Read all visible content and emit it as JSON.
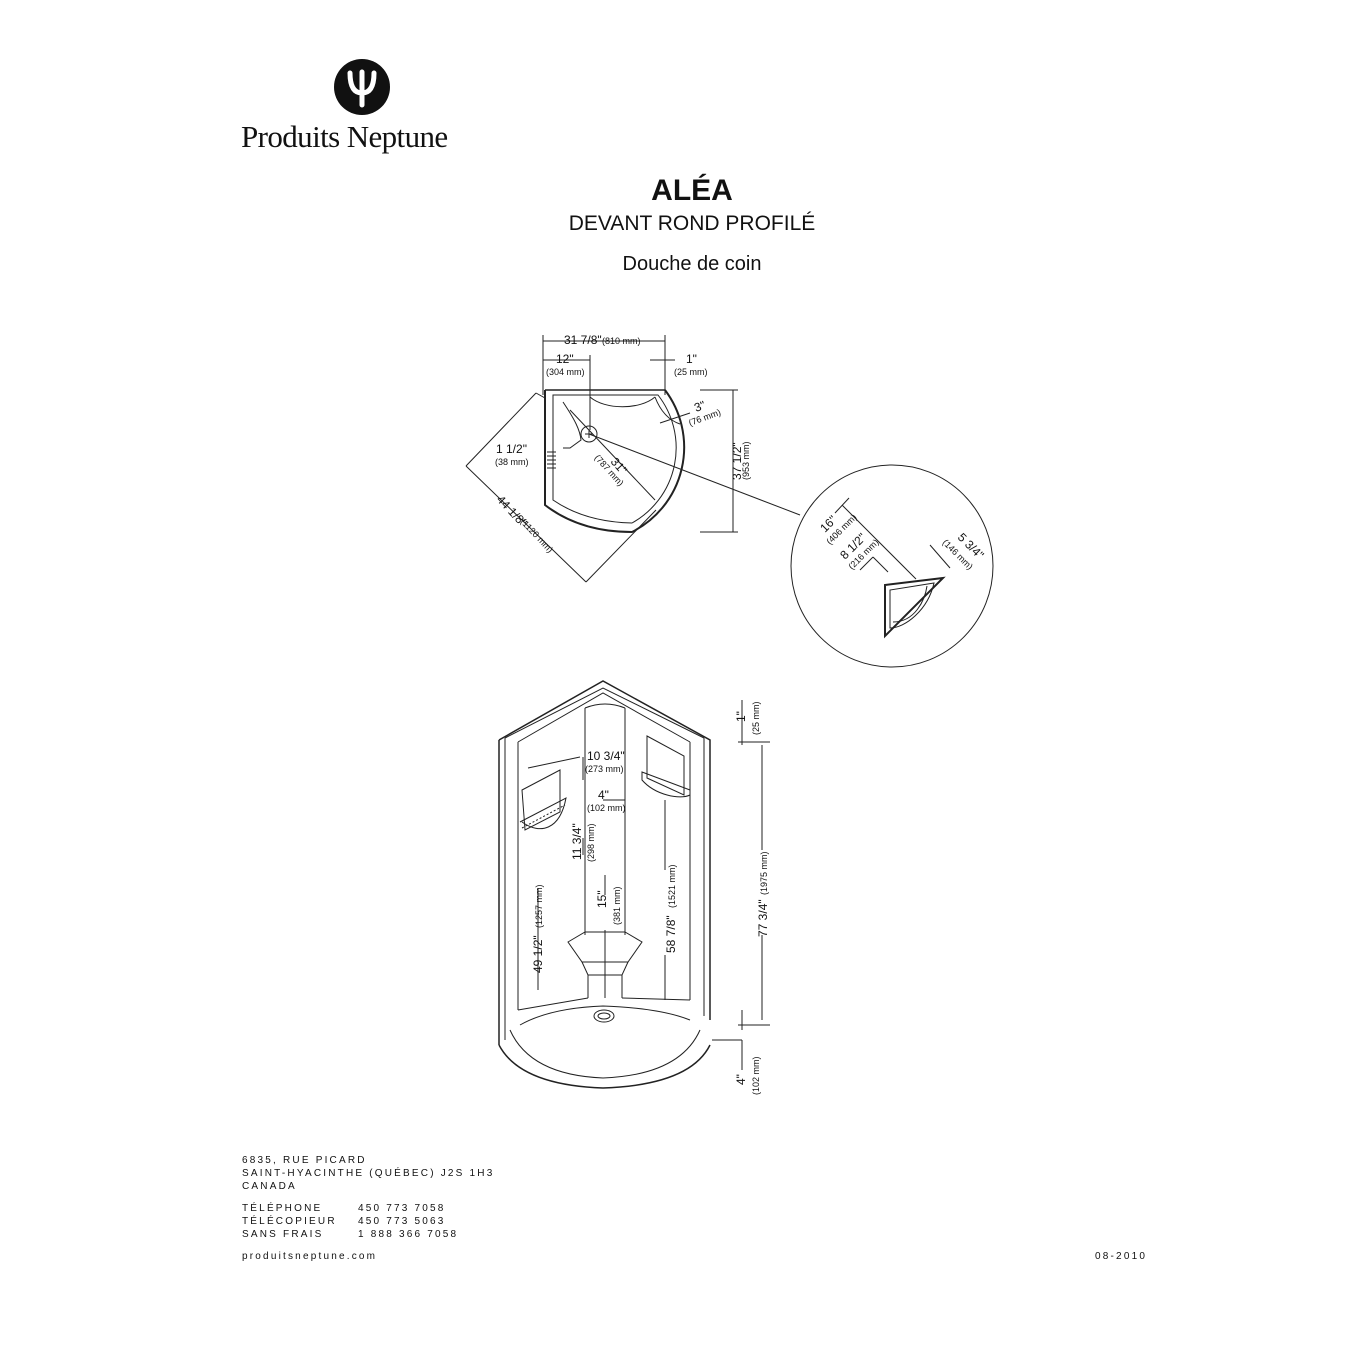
{
  "brand": {
    "name": "Produits Neptune"
  },
  "product": {
    "name": "ALÉA",
    "subtitle": "DEVANT ROND PROFILÉ",
    "type": "Douche de coin"
  },
  "plan_dims": {
    "width_in": "31 7/8\"",
    "width_mm": "(810 mm)",
    "left_in": "12\"",
    "left_mm": "(304 mm)",
    "right_in": "1\"",
    "right_mm": "(25 mm)",
    "curve_in": "3\"",
    "curve_mm": "(76 mm)",
    "depth_in": "37 1/2\"",
    "depth_mm": "(953 mm)",
    "side_in": "1 1/2\"",
    "side_mm": "(38 mm)",
    "diag_in": "31\"",
    "diag_mm": "(787 mm)",
    "overall_in": "44 1/8\"",
    "overall_mm": "(1120 mm)"
  },
  "detail_dims": {
    "a_in": "16\"",
    "a_mm": "(406 mm)",
    "b_in": "8 1/2\"",
    "b_mm": "(216 mm)",
    "c_in": "5 3/4\"",
    "c_mm": "(146 mm)"
  },
  "elev_dims": {
    "top_in": "1\"",
    "top_mm": "(25 mm)",
    "shelf_w_in": "10 3/4\"",
    "shelf_w_mm": "(273 mm)",
    "shelf_d_in": "4\"",
    "shelf_d_mm": "(102 mm)",
    "shelf_h_in": "11 3/4\"",
    "shelf_h_mm": "(298 mm)",
    "seat_in": "15\"",
    "seat_mm": "(381 mm)",
    "h1_in": "49 1/2\"",
    "h1_mm": "(1257 mm)",
    "h2_in": "58 7/8\"",
    "h2_mm": "(1521 mm)",
    "total_in": "77 3/4\"",
    "total_mm": "(1975 mm)",
    "base_in": "4\"",
    "base_mm": "(102 mm)"
  },
  "footer": {
    "address1": "6835, RUE PICARD",
    "address2": "SAINT-HYACINTHE (QUÉBEC)  J2S 1H3",
    "address3": "CANADA",
    "tel_label": "TÉLÉPHONE",
    "tel": "450 773 7058",
    "fax_label": "TÉLÉCOPIEUR",
    "fax": "450 773 5063",
    "free_label": "SANS FRAIS",
    "free": "1 888 366 7058",
    "website": "produitsneptune.com",
    "date": "08-2010"
  },
  "icons": {
    "logo": "trident-logo-icon",
    "drain": "drain-icon"
  }
}
